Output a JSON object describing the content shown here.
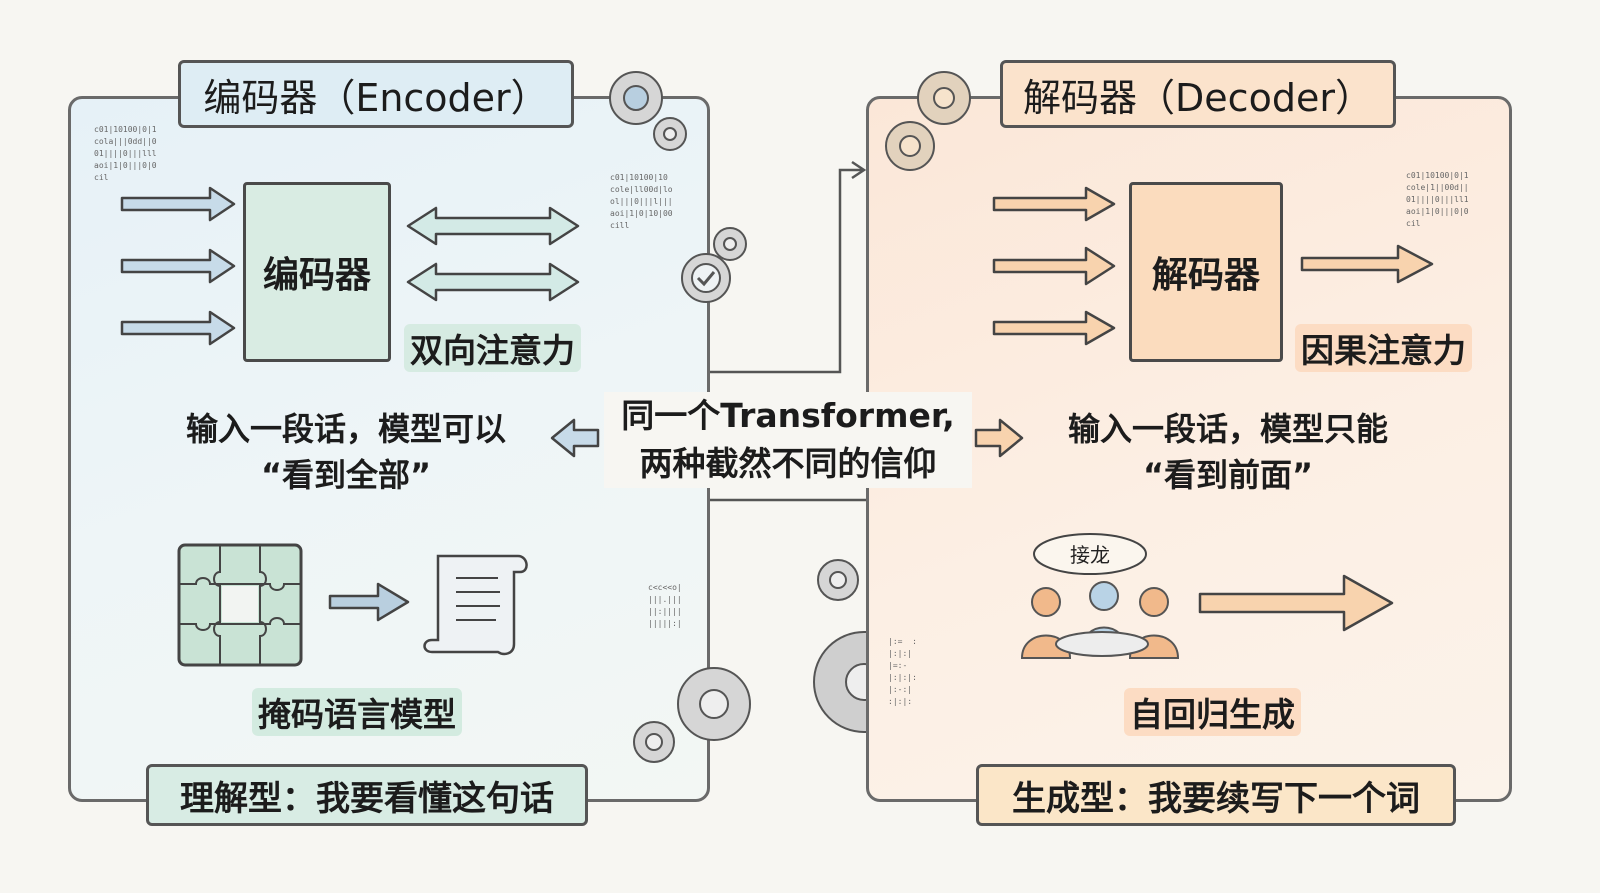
{
  "encoder": {
    "title": "编码器（Encoder）",
    "block_label": "编码器",
    "attention_label": "双向注意力",
    "description_line1": "输入一段话，模型可以",
    "description_line2": "“看到全部”",
    "task_label": "掩码语言模型",
    "footer": "理解型：我要看懂这句话",
    "color": "#d9ece3"
  },
  "decoder": {
    "title": "解码器（Decoder）",
    "block_label": "解码器",
    "attention_label": "因果注意力",
    "description_line1": "输入一段话，模型只能",
    "description_line2": "“看到前面”",
    "task_label": "自回归生成",
    "speech_bubble": "接龙",
    "footer": "生成型：我要续写下一个词",
    "color": "#fbdcbe"
  },
  "center": {
    "line1": "同一个Transformer,",
    "line2": "两种截然不同的信仰"
  }
}
